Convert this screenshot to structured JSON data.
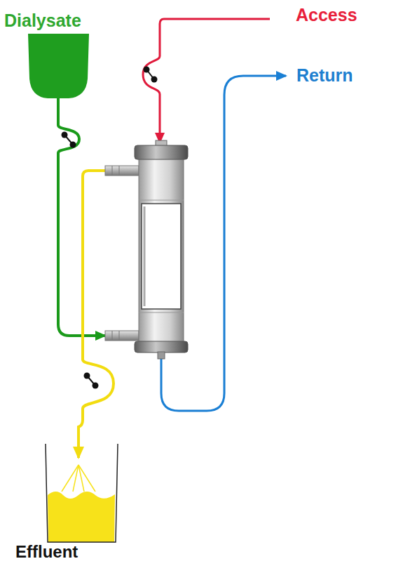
{
  "diagram": {
    "labels": [
      "Dialysate",
      "Access",
      "Return",
      "Effluent"
    ]
  }
}
